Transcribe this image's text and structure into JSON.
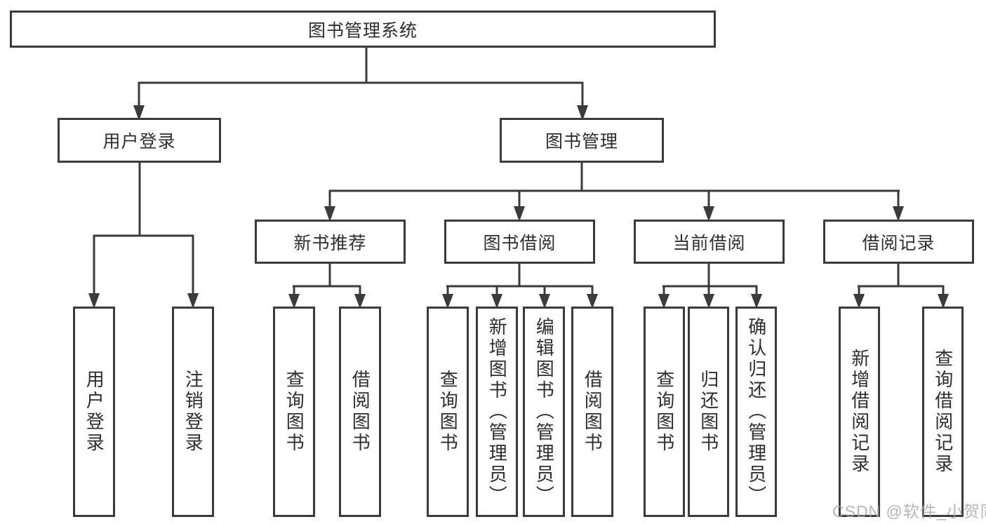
{
  "diagram": {
    "root": {
      "label": "图书管理系统"
    },
    "branches": [
      {
        "label": "用户登录",
        "children": [
          {
            "label": "用户登录"
          },
          {
            "label": "注销登录"
          }
        ]
      },
      {
        "label": "图书管理",
        "children": [
          {
            "label": "新书推荐",
            "children": [
              {
                "label": "查询图书"
              },
              {
                "label": "借阅图书"
              }
            ]
          },
          {
            "label": "图书借阅",
            "children": [
              {
                "label": "查询图书"
              },
              {
                "label": "新增图书（管理员）"
              },
              {
                "label": "编辑图书（管理员）"
              },
              {
                "label": "借阅图书"
              }
            ]
          },
          {
            "label": "当前借阅",
            "children": [
              {
                "label": "查询图书"
              },
              {
                "label": "归还图书"
              },
              {
                "label": "确认归还（管理员）"
              }
            ]
          },
          {
            "label": "借阅记录",
            "children": [
              {
                "label": "新增借阅记录"
              },
              {
                "label": "查询借阅记录"
              }
            ]
          }
        ]
      }
    ]
  },
  "watermark": {
    "text": "CSDN @软件_小贺同学"
  },
  "colors": {
    "background": "#ffffff",
    "line": "#3b3b3b",
    "text": "#2e2e2e",
    "watermark": "#a5a5a5"
  }
}
